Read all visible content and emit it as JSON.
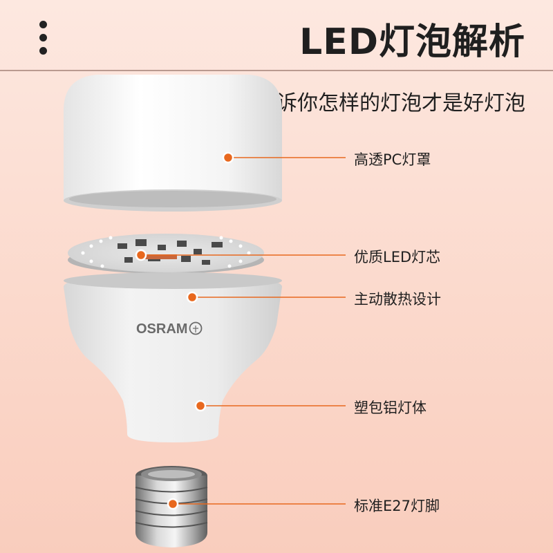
{
  "header": {
    "title": "LED灯泡解析",
    "subtitle": "告诉你怎样的灯泡才是好灯泡"
  },
  "brand": {
    "logo_text": "OSRAM"
  },
  "parts": [
    {
      "label": "高透PC灯罩"
    },
    {
      "label": "优质LED灯芯"
    },
    {
      "label": "主动散热设计"
    },
    {
      "label": "塑包铝灯体"
    },
    {
      "label": "标准E27灯脚"
    }
  ],
  "colors": {
    "accent": "#e8681e",
    "text": "#1f1f1f"
  }
}
